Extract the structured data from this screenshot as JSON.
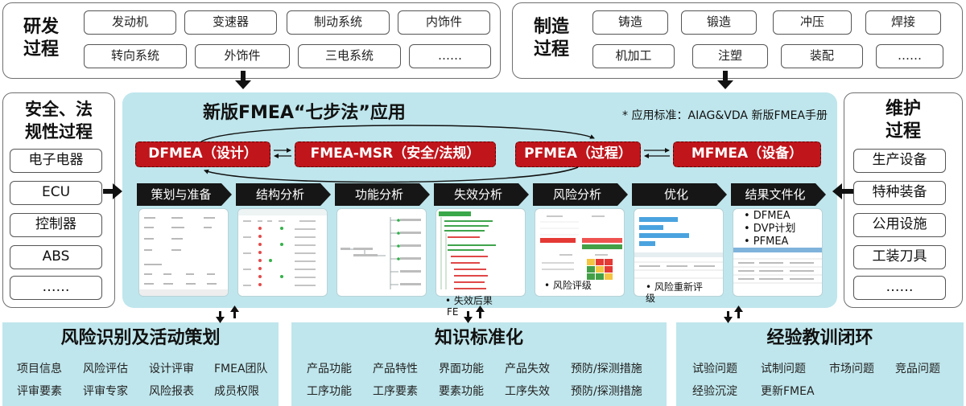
{
  "rd": {
    "title_line1": "研发",
    "title_line2": "过程",
    "items": [
      "发动机",
      "变速器",
      "制动系统",
      "内饰件",
      "转向系统",
      "外饰件",
      "三电系统",
      "……"
    ]
  },
  "manufacturing": {
    "title_line1": "制造",
    "title_line2": "过程",
    "items": [
      "铸造",
      "锻造",
      "冲压",
      "焊接",
      "机加工",
      "注塑",
      "装配",
      "……"
    ]
  },
  "safety": {
    "title_line1": "安全、法",
    "title_line2": "规性过程",
    "items": [
      "电子电器",
      "ECU",
      "控制器",
      "ABS",
      "……"
    ]
  },
  "maintenance": {
    "title_line1": "维护",
    "title_line2": "过程",
    "items": [
      "生产设备",
      "特种装备",
      "公用设施",
      "工装刀具",
      "……"
    ]
  },
  "center": {
    "title": "新版FMEA“七步法”应用",
    "standard_note": "* 应用标准：AIAG&VDA 新版FMEA手册",
    "fmea_boxes": [
      "DFMEA（设计）",
      "FMEA-MSR（安全/法规）",
      "PFMEA（过程）",
      "MFMEA（设备）"
    ],
    "steps": [
      "策划与准备",
      "结构分析",
      "功能分析",
      "失效分析",
      "风险分析",
      "优化",
      "结果文件化"
    ],
    "failure_note_line1": "• 失效后果",
    "failure_note_line2": "FE",
    "risk_note": "• 风险评级",
    "optimize_note_line1": "• 风险重新评",
    "optimize_note_line2": "级",
    "result_bullets": [
      "• DFMEA",
      "• DVP计划",
      "• PFMEA"
    ]
  },
  "bottom_left": {
    "title": "风险识别及活动策划",
    "items": [
      "项目信息",
      "风险评估",
      "设计评审",
      "FMEA团队",
      "评审要素",
      "评审专家",
      "风险报表",
      "成员权限"
    ]
  },
  "bottom_middle": {
    "title": "知识标准化",
    "items": [
      "产品功能",
      "产品特性",
      "界面功能",
      "产品失效",
      "预防/探测措施",
      "工序功能",
      "工序要素",
      "要素功能",
      "工序失效",
      "预防/探测措施"
    ]
  },
  "bottom_right": {
    "title": "经验教训闭环",
    "items": [
      "试验问题",
      "试制问题",
      "市场问题",
      "竞品问题",
      "经验沉淀",
      "更新FMEA"
    ]
  },
  "colors": {
    "fmea_red": "#c0151b",
    "teal_panel": "#bfe6ec",
    "step_black": "#161616"
  }
}
